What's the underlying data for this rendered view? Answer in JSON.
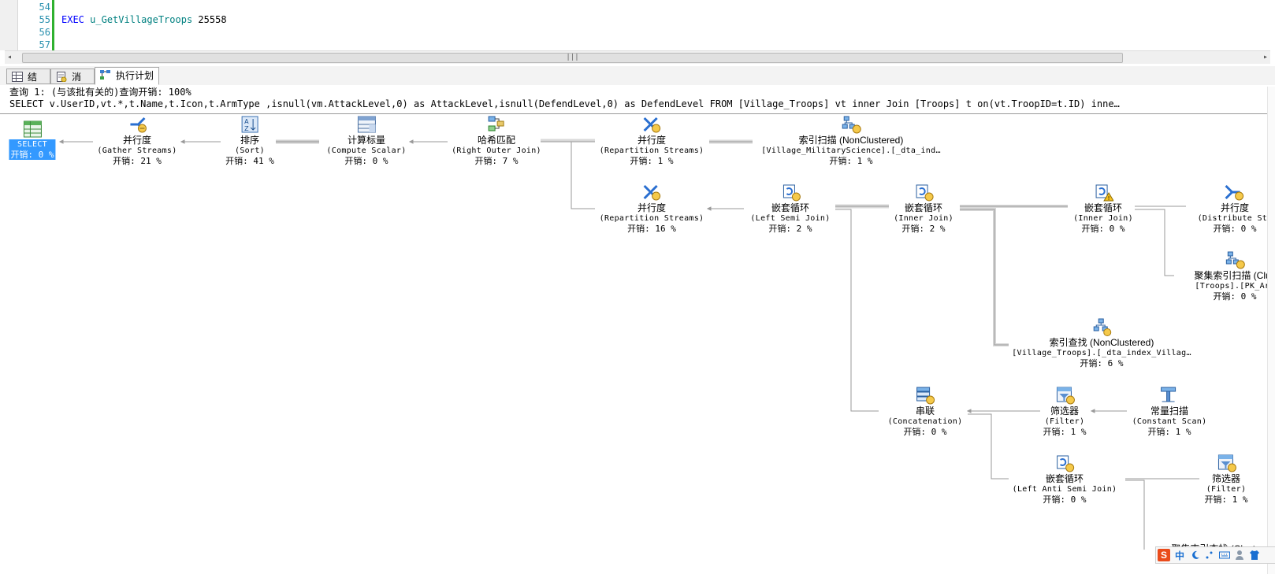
{
  "editor": {
    "line_numbers": [
      "54",
      "55",
      "56",
      "57"
    ],
    "code_keyword": "EXEC",
    "code_proc": "u_GetVillageTroops",
    "code_arg": "25558"
  },
  "scrollbar": {
    "left_arrow": "◂",
    "right_arrow": "▸",
    "grip": "|||"
  },
  "tabs": [
    {
      "label": "结果",
      "icon": "grid-icon"
    },
    {
      "label": "消息",
      "icon": "message-icon"
    },
    {
      "label": "执行计划",
      "icon": "plan-icon",
      "active": true
    }
  ],
  "plan": {
    "query_header": "查询 1: (与该批有关的)查询开销: 100%",
    "query_sql": "SELECT v.UserID,vt.*,t.Name,t.Icon,t.ArmType ,isnull(vm.AttackLevel,0) as AttackLevel,isnull(DefendLevel,0) as DefendLevel FROM [Village_Troops] vt inner Join [Troops] t on(vt.TroopID=t.ID) inne…",
    "nodes": {
      "select": {
        "name": "SELECT",
        "cost": "开销: 0 %",
        "icon": "select-result-icon"
      },
      "gather": {
        "name": "并行度",
        "sub": "(Gather Streams)",
        "cost": "开销: 21 %",
        "icon": "gather-streams-icon"
      },
      "sort": {
        "name": "排序",
        "sub": "(Sort)",
        "cost": "开销: 41 %",
        "icon": "sort-icon"
      },
      "compute": {
        "name": "计算标量",
        "sub": "(Compute Scalar)",
        "cost": "开销: 0 %",
        "icon": "compute-scalar-icon"
      },
      "hash": {
        "name": "哈希匹配",
        "sub": "(Right Outer Join)",
        "cost": "开销: 7 %",
        "icon": "hash-match-icon"
      },
      "repart1": {
        "name": "并行度",
        "sub": "(Repartition Streams)",
        "cost": "开销: 1 %",
        "icon": "repartition-icon"
      },
      "idxscan": {
        "name": "索引扫描 (NonClustered)",
        "sub": "[Village_MilitaryScience].[_dta_ind…",
        "cost": "开销: 1 %",
        "icon": "index-scan-icon"
      },
      "repart2": {
        "name": "并行度",
        "sub": "(Repartition Streams)",
        "cost": "开销: 16 %",
        "icon": "repartition-icon"
      },
      "nl_semi": {
        "name": "嵌套循环",
        "sub": "(Left Semi Join)",
        "cost": "开销: 2 %",
        "icon": "nested-loops-icon"
      },
      "nl_inner1": {
        "name": "嵌套循环",
        "sub": "(Inner Join)",
        "cost": "开销: 2 %",
        "icon": "nested-loops-icon"
      },
      "nl_inner2": {
        "name": "嵌套循环",
        "sub": "(Inner Join)",
        "cost": "开销: 0 %",
        "icon": "nested-loops-warning-icon"
      },
      "distribute": {
        "name": "并行度",
        "sub": "(Distribute Str",
        "cost": "开销: 0 %",
        "icon": "distribute-streams-icon"
      },
      "clustered_scan": {
        "name": "聚集索引扫描 (Clus",
        "sub": "[Troops].[PK_Arm",
        "cost": "开销: 0 %",
        "icon": "clustered-index-scan-icon"
      },
      "idxseek": {
        "name": "索引查找 (NonClustered)",
        "sub": "[Village_Troops].[_dta_index_Villag…",
        "cost": "开销: 6 %",
        "icon": "index-seek-icon"
      },
      "concat": {
        "name": "串联",
        "sub": "(Concatenation)",
        "cost": "开销: 0 %",
        "icon": "concatenation-icon"
      },
      "filter1": {
        "name": "筛选器",
        "sub": "(Filter)",
        "cost": "开销: 1 %",
        "icon": "filter-icon"
      },
      "constscan": {
        "name": "常量扫描",
        "sub": "(Constant Scan)",
        "cost": "开销: 1 %",
        "icon": "constant-scan-icon"
      },
      "nl_anti": {
        "name": "嵌套循环",
        "sub": "(Left Anti Semi Join)",
        "cost": "开销: 0 %",
        "icon": "nested-loops-icon"
      },
      "filter2": {
        "name": "筛选器",
        "sub": "(Filter)",
        "cost": "开销: 1 %",
        "icon": "filter-icon"
      },
      "clustered_seek": {
        "name": "聚集索引查找 (Cluster",
        "icon": "clustered-index-seek-icon"
      }
    }
  },
  "ime_bar": {
    "logo": "S",
    "mode": "中",
    "icons": [
      "moon-icon",
      "punct-icon",
      "keyboard-icon",
      "user-icon",
      "shirt-icon"
    ]
  },
  "colors": {
    "keyword": "#0000ff",
    "proc": "#008080",
    "line_number": "#2b91af",
    "selected": "#3399ff",
    "change_bar": "#2fb12f"
  }
}
